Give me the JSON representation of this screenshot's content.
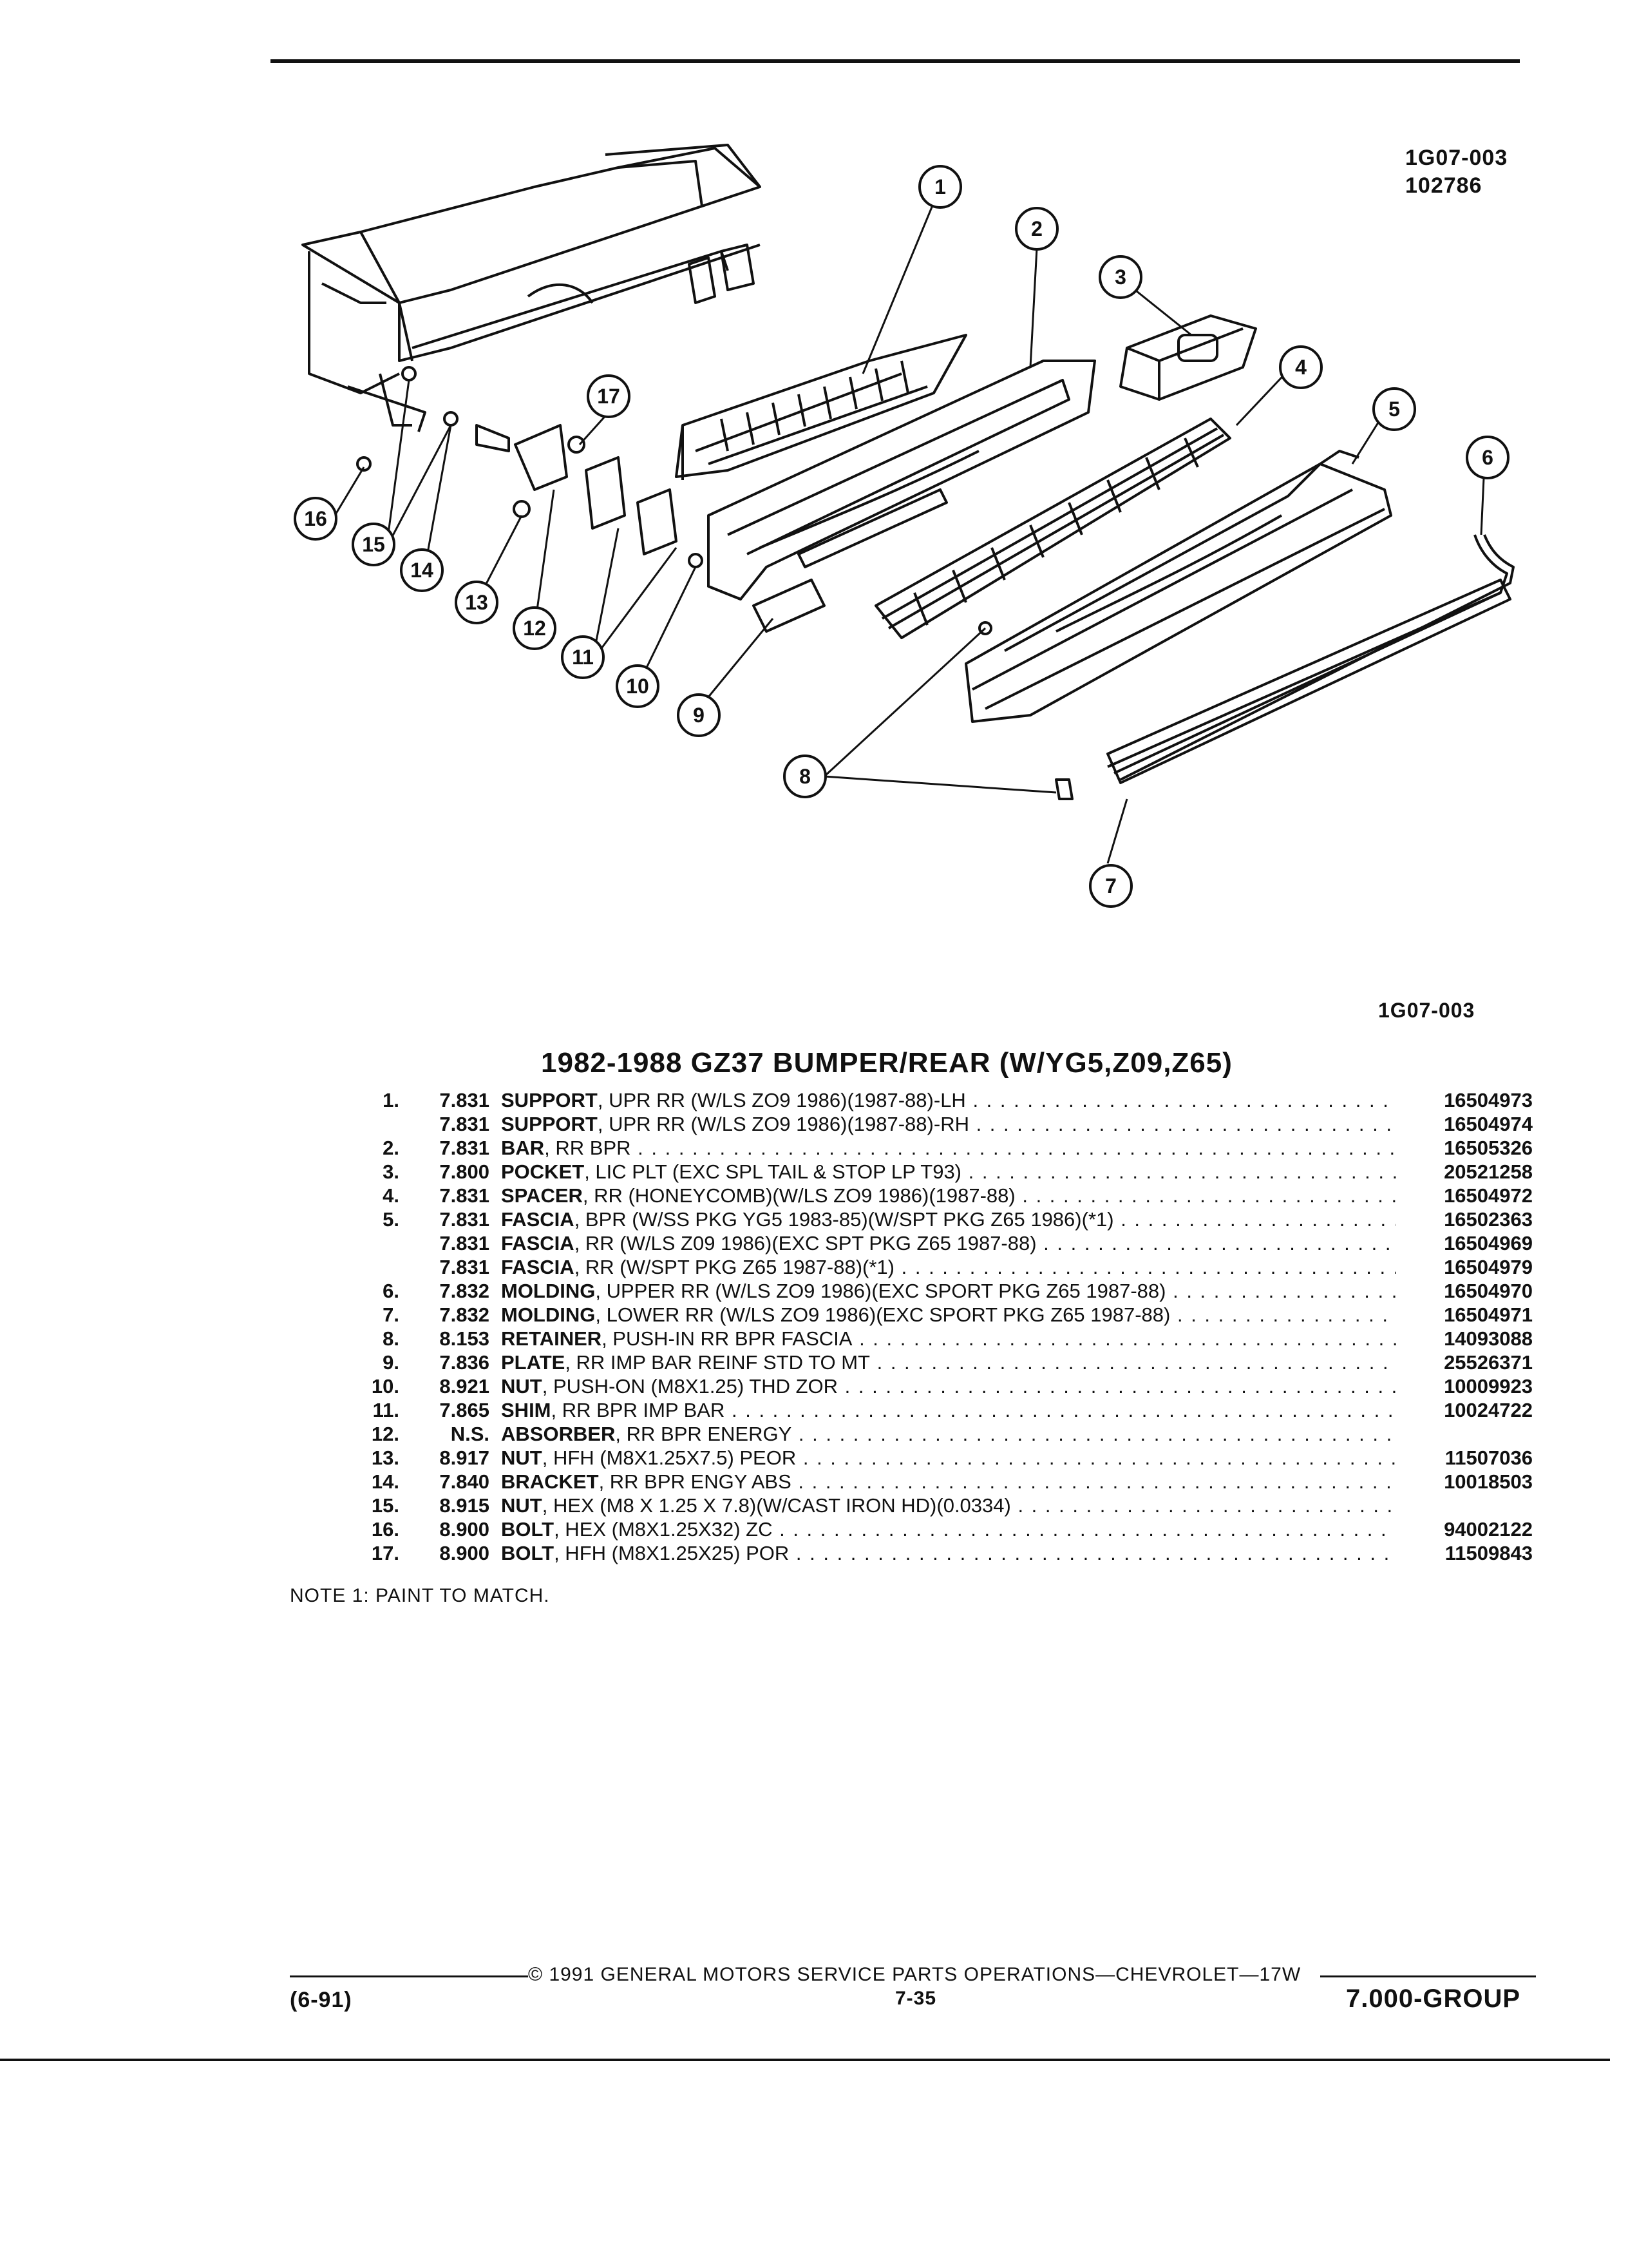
{
  "header": {
    "illustration_id": "1G07-003",
    "illustration_date": "102786"
  },
  "figure": {
    "caption_id": "1G07-003",
    "callouts": [
      "1",
      "2",
      "3",
      "4",
      "5",
      "6",
      "7",
      "8",
      "9",
      "10",
      "11",
      "12",
      "13",
      "14",
      "15",
      "16",
      "17"
    ]
  },
  "catalog": {
    "title": "1982-1988 GZ37 BUMPER/REAR (W/YG5,Z09,Z65)",
    "rows": [
      {
        "no": "1.",
        "group": "7.831",
        "name": "SUPPORT",
        "desc": ", UPR RR (W/LS ZO9 1986)(1987-88)-LH",
        "part": "16504973"
      },
      {
        "no": "",
        "group": "7.831",
        "name": "SUPPORT",
        "desc": ", UPR RR (W/LS ZO9 1986)(1987-88)-RH",
        "part": "16504974"
      },
      {
        "no": "2.",
        "group": "7.831",
        "name": "BAR",
        "desc": ", RR BPR",
        "part": "16505326"
      },
      {
        "no": "3.",
        "group": "7.800",
        "name": "POCKET",
        "desc": ", LIC PLT (EXC SPL TAIL & STOP LP T93)",
        "part": "20521258"
      },
      {
        "no": "4.",
        "group": "7.831",
        "name": "SPACER",
        "desc": ", RR (HONEYCOMB)(W/LS ZO9 1986)(1987-88)",
        "part": "16504972"
      },
      {
        "no": "5.",
        "group": "7.831",
        "name": "FASCIA",
        "desc": ", BPR (W/SS PKG YG5 1983-85)(W/SPT PKG Z65 1986)(*1)",
        "part": "16502363"
      },
      {
        "no": "",
        "group": "7.831",
        "name": "FASCIA",
        "desc": ", RR (W/LS Z09 1986)(EXC SPT PKG Z65 1987-88)",
        "part": "16504969"
      },
      {
        "no": "",
        "group": "7.831",
        "name": "FASCIA",
        "desc": ", RR (W/SPT PKG Z65 1987-88)(*1)",
        "part": "16504979"
      },
      {
        "no": "6.",
        "group": "7.832",
        "name": "MOLDING",
        "desc": ", UPPER RR (W/LS ZO9 1986)(EXC SPORT PKG Z65 1987-88)",
        "part": "16504970"
      },
      {
        "no": "7.",
        "group": "7.832",
        "name": "MOLDING",
        "desc": ", LOWER RR (W/LS ZO9 1986)(EXC SPORT PKG Z65 1987-88)",
        "part": "16504971"
      },
      {
        "no": "8.",
        "group": "8.153",
        "name": "RETAINER",
        "desc": ", PUSH-IN RR BPR FASCIA",
        "part": "14093088"
      },
      {
        "no": "9.",
        "group": "7.836",
        "name": "PLATE",
        "desc": ", RR IMP BAR REINF STD TO MT",
        "part": "25526371"
      },
      {
        "no": "10.",
        "group": "8.921",
        "name": "NUT",
        "desc": ", PUSH-ON (M8X1.25) THD ZOR",
        "part": "10009923"
      },
      {
        "no": "11.",
        "group": "7.865",
        "name": "SHIM",
        "desc": ", RR BPR IMP BAR",
        "part": "10024722"
      },
      {
        "no": "12.",
        "group": "N.S.",
        "name": "ABSORBER",
        "desc": ", RR BPR ENERGY",
        "part": ""
      },
      {
        "no": "13.",
        "group": "8.917",
        "name": "NUT",
        "desc": ", HFH (M8X1.25X7.5) PEOR",
        "part": "11507036"
      },
      {
        "no": "14.",
        "group": "7.840",
        "name": "BRACKET",
        "desc": ", RR BPR ENGY ABS",
        "part": "10018503"
      },
      {
        "no": "15.",
        "group": "8.915",
        "name": "NUT",
        "desc": ", HEX (M8 X 1.25 X 7.8)(W/CAST IRON HD)(0.0334)",
        "part": ""
      },
      {
        "no": "16.",
        "group": "8.900",
        "name": "BOLT",
        "desc": ", HEX (M8X1.25X32) ZC",
        "part": "94002122"
      },
      {
        "no": "17.",
        "group": "8.900",
        "name": "BOLT",
        "desc": ", HFH (M8X1.25X25) POR",
        "part": "11509843"
      }
    ],
    "note": "NOTE 1: PAINT TO MATCH."
  },
  "footer": {
    "date": "(6-91)",
    "copyright": "© 1991 GENERAL MOTORS SERVICE PARTS OPERATIONS—CHEVROLET—17W",
    "page": "7-35",
    "group": "7.000-GROUP"
  }
}
